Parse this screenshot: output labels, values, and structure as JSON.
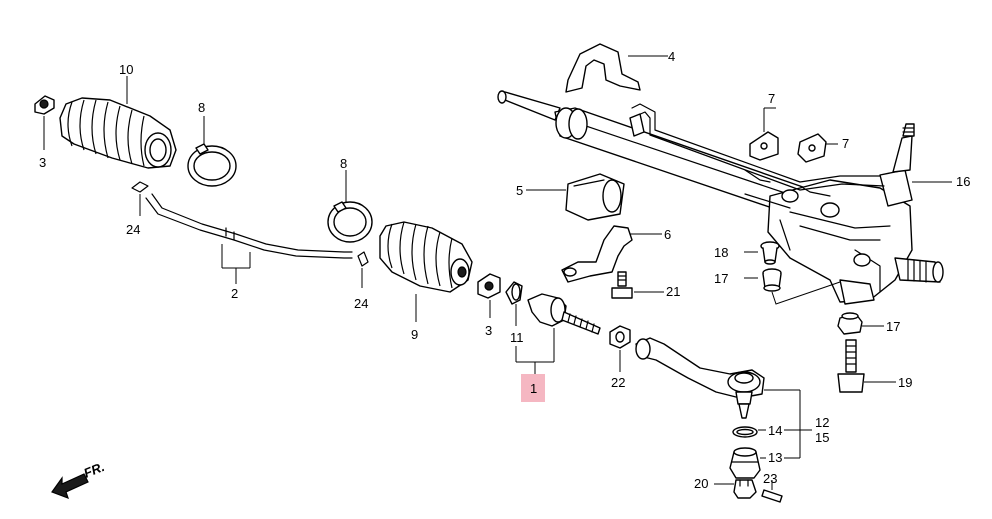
{
  "callouts": {
    "c1": "1",
    "c2": "2",
    "c3a": "3",
    "c3b": "3",
    "c4": "4",
    "c5": "5",
    "c6": "6",
    "c7a": "7",
    "c7b": "7",
    "c8a": "8",
    "c8b": "8",
    "c9": "9",
    "c10": "10",
    "c11": "11",
    "c12": "12",
    "c13": "13",
    "c14": "14",
    "c15": "15",
    "c16": "16",
    "c17a": "17",
    "c17b": "17",
    "c18": "18",
    "c19": "19",
    "c20": "20",
    "c21": "21",
    "c22": "22",
    "c23": "23",
    "c24a": "24",
    "c24b": "24"
  },
  "direction_label": "FR.",
  "colors": {
    "highlight": "#f5b7c2",
    "line": "#000000",
    "background": "#ffffff"
  }
}
